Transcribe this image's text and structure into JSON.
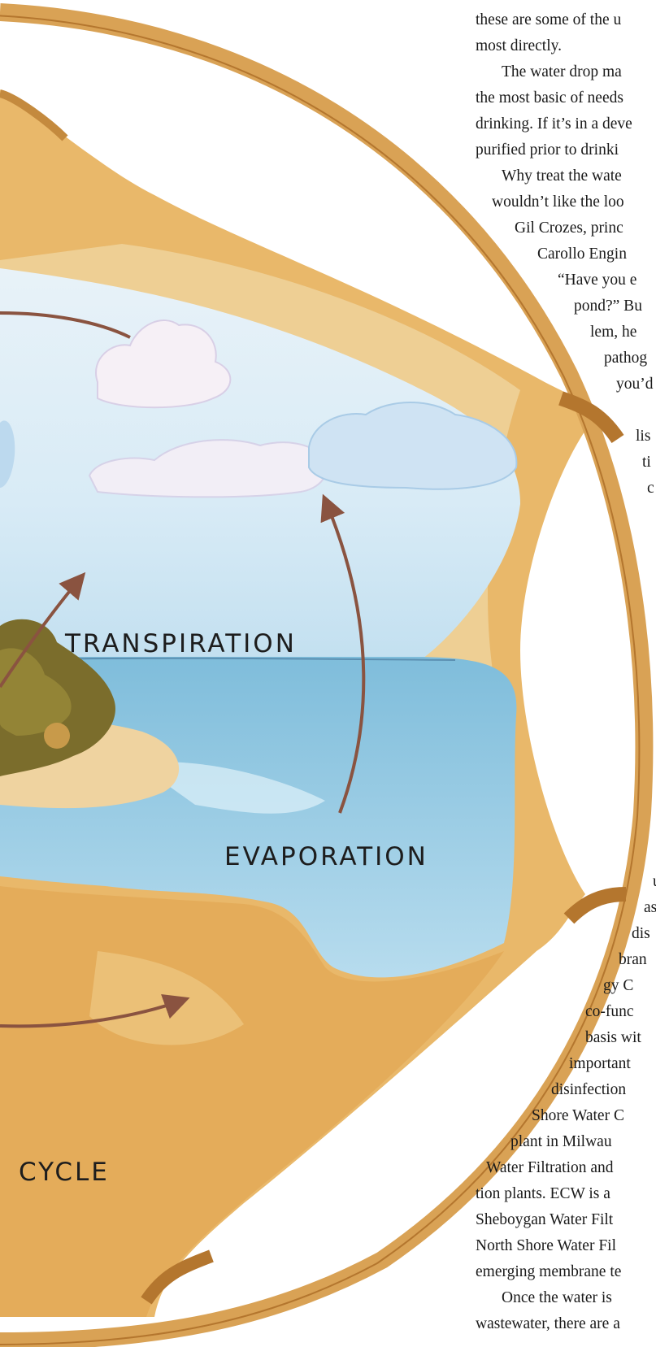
{
  "labels": {
    "transpiration": "TRANSPIRATION",
    "evaporation": "EVAPORATION",
    "cycle": "CYCLE"
  },
  "text_lines": [
    "these are some of the u",
    "most directly.",
    "The water drop ma",
    "the most basic of needs",
    "drinking. If it’s in a deve",
    "purified prior to drinki",
    "Why treat the wate",
    "wouldn’t like the loo",
    "Gil Crozes, princ",
    "Carollo Engin",
    "“Have you e",
    "pond?” Bu",
    "lem, he",
    "pathog",
    "you’d",
    "lis",
    "ti",
    "c",
    "u",
    "as",
    "dis",
    "bran",
    "gy C",
    "co-func",
    "basis wit",
    "important",
    "disinfection",
    "Shore Water C",
    "plant in Milwau",
    "Water Filtration and",
    "tion plants. ECW is a",
    "Sheboygan Water Filt",
    "North Shore Water Fil",
    "emerging membrane te",
    "Once the water is",
    "wastewater, there are a"
  ],
  "colors": {
    "arrow": "#8a5340",
    "rim": "#d9a255",
    "sand": "#e2ad5c",
    "sky": "#c9e3f2",
    "sea": "#8ec6e0",
    "island": "#7a6b2a",
    "text": "#1a1a1a"
  }
}
